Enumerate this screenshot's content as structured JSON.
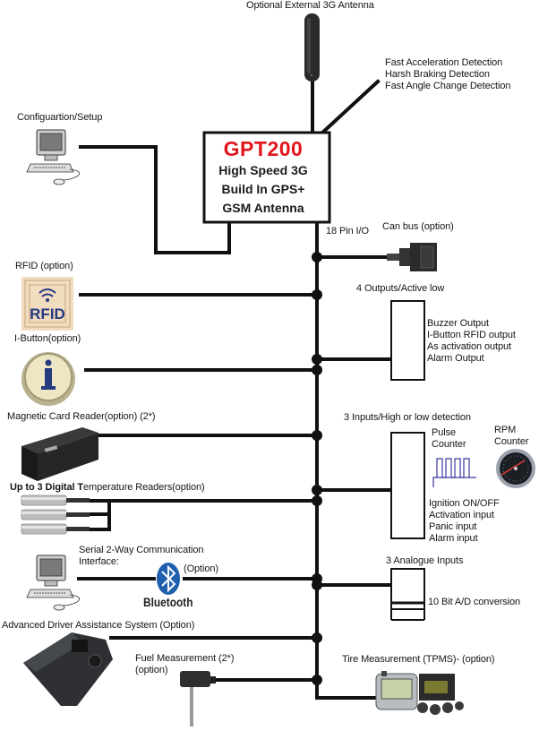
{
  "device": {
    "model": "GPT200",
    "description": "High Speed 3G\nBuild In GPS+\nGSM Antenna",
    "accent_color": "#e0151b"
  },
  "antenna": {
    "label": "Optional External 3G Antenna"
  },
  "sensors": {
    "lines": "Fast Acceleration Detection\nHarsh Braking Detection\nFast Angle Change Detection"
  },
  "config": {
    "label": "Configuartion/Setup",
    "icon": "computer-icon"
  },
  "io": {
    "label": "18 Pin I/O"
  },
  "canbus": {
    "label": "Can bus (option)",
    "icon": "obd-connector-icon"
  },
  "rfid": {
    "label": "RFID (option)",
    "icon": "rfid-icon",
    "icon_text": "RFID"
  },
  "ibutton": {
    "label": "I-Button(option)",
    "icon": "ibutton-icon",
    "icon_text": "i"
  },
  "outputs": {
    "title": "4 Outputs/Active low",
    "items": "Buzzer Output\nI-Button RFID output\nAs activation output\nAlarm Output"
  },
  "card_reader": {
    "label": "Magnetic Card Reader(option) (2*)",
    "icon": "card-reader-icon"
  },
  "inputs": {
    "title": "3 Inputs/High or low detection",
    "pulse_label": "Pulse\nCounter",
    "rpm_label": "RPM\nCounter",
    "items": "Ignition ON/OFF\nActivation input\nPanic input\nAlarm input"
  },
  "temperature": {
    "label_bold": "Up to 3 Digital T",
    "label_rest": "emperature Readers(option)",
    "icon": "temperature-probe-icon"
  },
  "serial": {
    "label": "Serial 2-Way Communication\nInterface:",
    "option": "(Option)",
    "bluetooth_word": "Bluetooth",
    "icon": "bluetooth-icon"
  },
  "analogue": {
    "title": "3 Analogue Inputs",
    "detail": "10 Bit A/D conversion"
  },
  "adas": {
    "label": "Advanced Driver Assistance System (Option)",
    "icon": "dashcam-icon"
  },
  "fuel": {
    "label": "Fuel Measurement (2*)\n(option)",
    "icon": "fuel-sensor-icon"
  },
  "tpms": {
    "label": "Tire Measurement (TPMS)- (option)",
    "icon": "tpms-icon"
  }
}
